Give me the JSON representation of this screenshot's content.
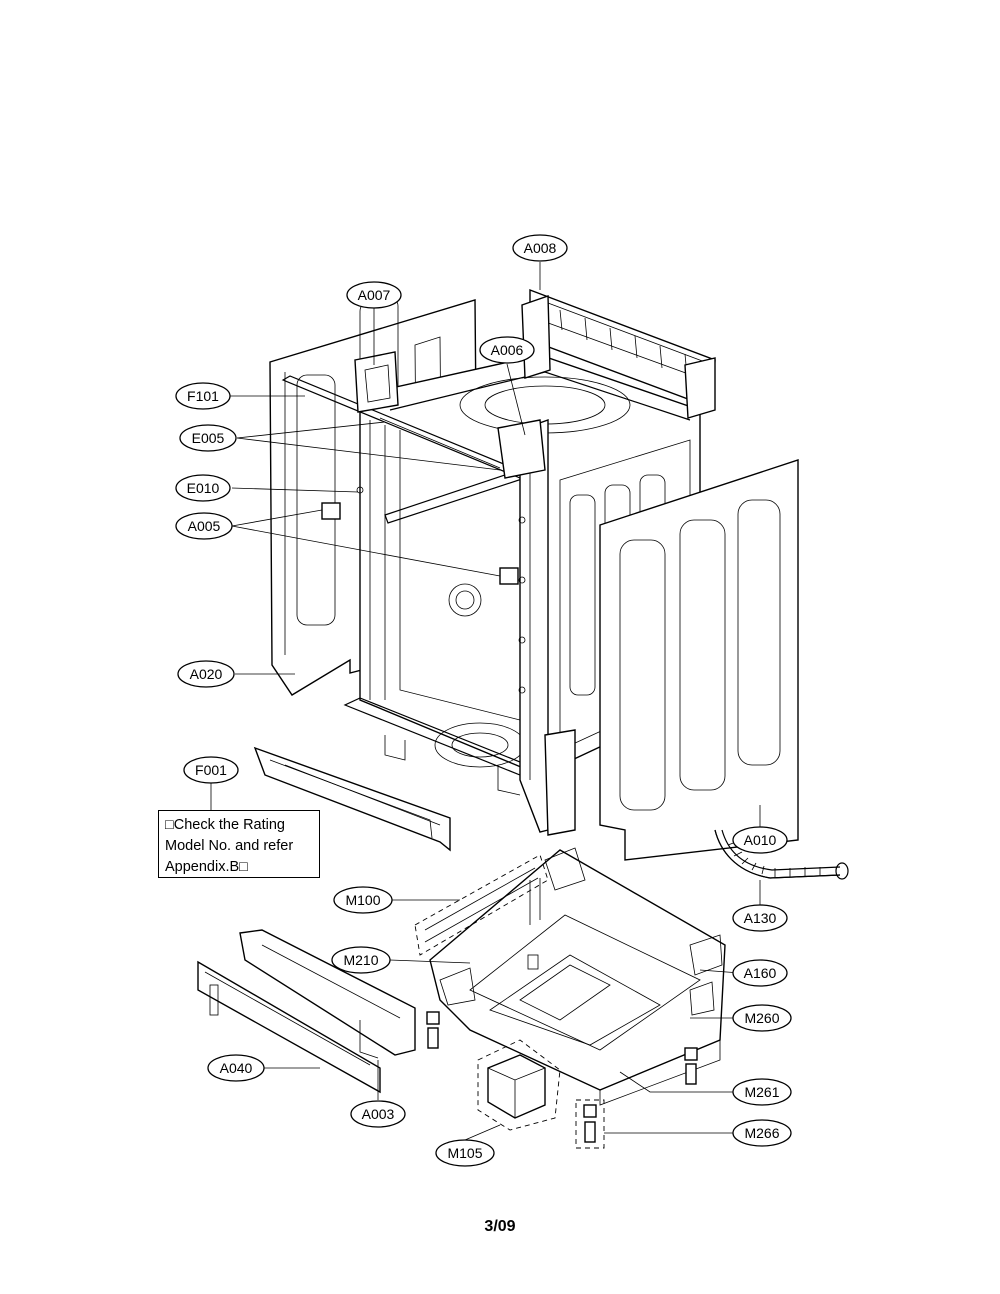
{
  "callouts": [
    {
      "id": "A008"
    },
    {
      "id": "A007"
    },
    {
      "id": "A006"
    },
    {
      "id": "F101"
    },
    {
      "id": "E005"
    },
    {
      "id": "E010"
    },
    {
      "id": "A005"
    },
    {
      "id": "A020"
    },
    {
      "id": "F001"
    },
    {
      "id": "A010"
    },
    {
      "id": "A130"
    },
    {
      "id": "M100"
    },
    {
      "id": "M210"
    },
    {
      "id": "A160"
    },
    {
      "id": "M260"
    },
    {
      "id": "A040"
    },
    {
      "id": "M261"
    },
    {
      "id": "A003"
    },
    {
      "id": "M266"
    },
    {
      "id": "M105"
    }
  ],
  "note": {
    "line1": "□Check the Rating",
    "line2": "Model No. and refer",
    "line3": "Appendix.B□"
  },
  "page_number": "3/09"
}
